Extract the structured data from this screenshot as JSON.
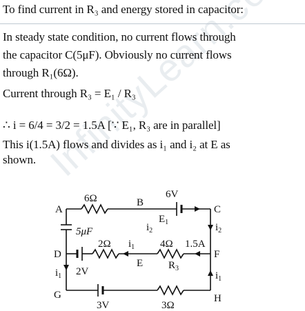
{
  "text": {
    "heading": "To find current in R₃ and energy stored in capacitor:",
    "para1_line1": "In steady state condition, no current flows through",
    "para1_line2": "the capacitor C(5μF). Obviously no current flows",
    "para1_line3": "through R₁(6Ω).",
    "current_line": "Current through R₃ = E₁ / R₃",
    "equation_line": "∴ i = 6/4 = 3/2 = 1.5A  [∵ E₁, R₃ are in parallel]",
    "flow_line1": "This i(1.5A) flows and divides as i₁ and i₂ at E as",
    "flow_line2": "shown."
  },
  "watermark": "InfinityLearn.com",
  "circuit": {
    "nodes": {
      "A": "A",
      "B": "B",
      "C": "C",
      "D": "D",
      "E": "E",
      "F": "F",
      "G": "G",
      "H": "H"
    },
    "components": {
      "r_top": "6Ω",
      "battery_top": "6V",
      "battery_top_name": "E",
      "battery_top_sub": "1",
      "capacitor": "5μF",
      "r_mid_left": "2Ω",
      "battery_mid": "2V",
      "r_mid_right": "4Ω",
      "r_mid_right_name": "R",
      "r_mid_right_sub": "3",
      "current_mid": "1.5A",
      "battery_bottom": "3V",
      "r_bottom": "3Ω"
    },
    "currents": {
      "i": "i",
      "i1": "i",
      "i1_sub": "1",
      "i2": "i",
      "i2_sub": "2"
    }
  }
}
